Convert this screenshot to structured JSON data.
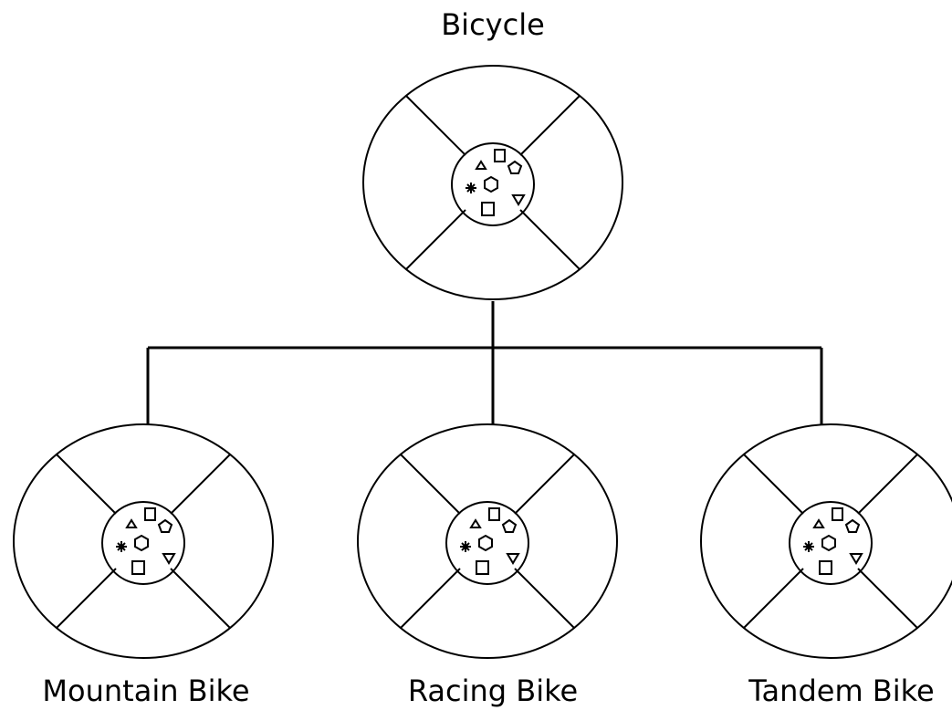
{
  "diagram": {
    "root": {
      "label": "Bicycle"
    },
    "children": [
      {
        "label": "Mountain Bike"
      },
      {
        "label": "Racing Bike"
      },
      {
        "label": "Tandem Bike"
      }
    ],
    "colors": {
      "line": "#000000",
      "background": "#ffffff"
    },
    "icon_name": "object-class-icon"
  }
}
